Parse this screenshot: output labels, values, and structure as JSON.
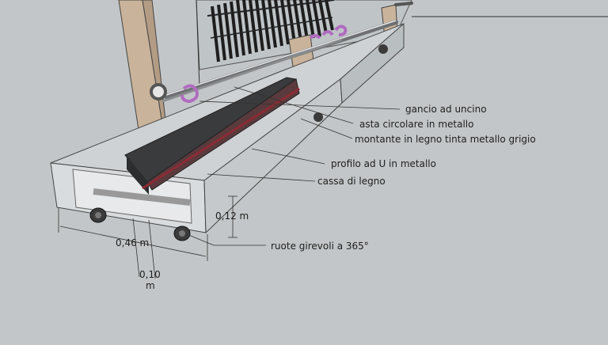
{
  "annotations": {
    "hook": "gancio ad uncino",
    "rod": "asta circolare in metallo",
    "upright": "montante in legno tinta metallo grigio",
    "u_profile": "profilo ad U in metallo",
    "wood_box": "cassa di legno",
    "wheels": "ruote girevoli a 365°"
  },
  "dimensions": {
    "height": "0,12 m",
    "width": "0,46 m",
    "thickness_value": "0,10",
    "thickness_unit": "m"
  },
  "colors": {
    "background": "#c3c6c8",
    "wood": "#c9b39a",
    "glass": "#d9dcde",
    "profile": "#3a3b3d",
    "hook": "#b06cc0"
  }
}
